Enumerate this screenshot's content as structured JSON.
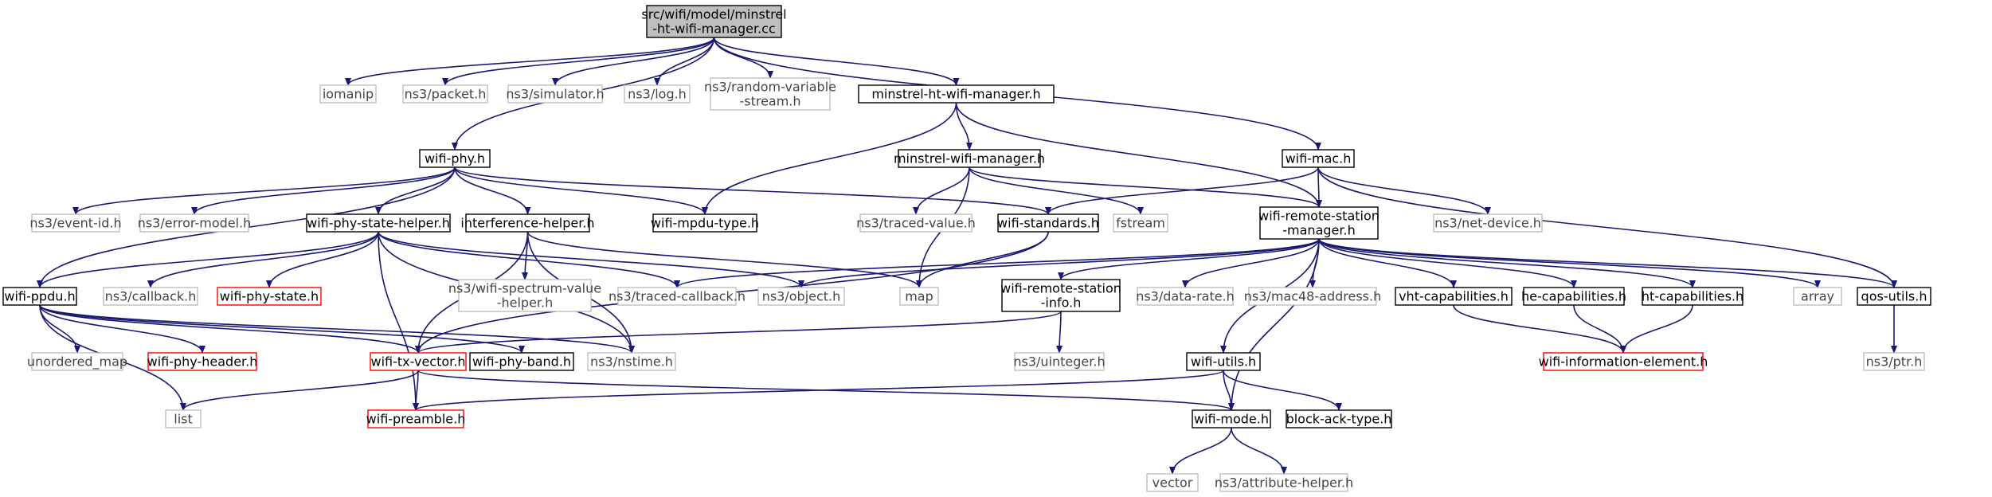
{
  "graph": {
    "edge_color": "#191970",
    "node_border_default": "#000000",
    "node_border_external": "#bfbfbf",
    "node_border_red": "#ff0000",
    "root_fill": "#bfbfbf",
    "nodes": [
      {
        "id": "root",
        "lines": [
          "src/wifi/model/minstrel",
          "-ht-wifi-manager.cc"
        ],
        "style": "root"
      },
      {
        "id": "iomanip",
        "lines": [
          "iomanip"
        ],
        "style": "gray"
      },
      {
        "id": "packet",
        "lines": [
          "ns3/packet.h"
        ],
        "style": "gray"
      },
      {
        "id": "simulator",
        "lines": [
          "ns3/simulator.h"
        ],
        "style": "gray"
      },
      {
        "id": "log",
        "lines": [
          "ns3/log.h"
        ],
        "style": "gray"
      },
      {
        "id": "randvar",
        "lines": [
          "ns3/random-variable",
          "-stream.h"
        ],
        "style": "gray"
      },
      {
        "id": "mhwm",
        "lines": [
          "minstrel-ht-wifi-manager.h"
        ],
        "style": "black"
      },
      {
        "id": "wifimac",
        "lines": [
          "wifi-mac.h"
        ],
        "style": "black"
      },
      {
        "id": "wifiphy",
        "lines": [
          "wifi-phy.h"
        ],
        "style": "black"
      },
      {
        "id": "mwm",
        "lines": [
          "minstrel-wifi-manager.h"
        ],
        "style": "black"
      },
      {
        "id": "eventid",
        "lines": [
          "ns3/event-id.h"
        ],
        "style": "gray"
      },
      {
        "id": "errormodel",
        "lines": [
          "ns3/error-model.h"
        ],
        "style": "gray"
      },
      {
        "id": "phystatehelper",
        "lines": [
          "wifi-phy-state-helper.h"
        ],
        "style": "black"
      },
      {
        "id": "interference",
        "lines": [
          "interference-helper.h"
        ],
        "style": "black"
      },
      {
        "id": "mpdutype",
        "lines": [
          "wifi-mpdu-type.h"
        ],
        "style": "black"
      },
      {
        "id": "tracedvalue",
        "lines": [
          "ns3/traced-value.h"
        ],
        "style": "gray"
      },
      {
        "id": "standards",
        "lines": [
          "wifi-standards.h"
        ],
        "style": "black"
      },
      {
        "id": "fstream",
        "lines": [
          "fstream"
        ],
        "style": "gray"
      },
      {
        "id": "rsm",
        "lines": [
          "wifi-remote-station",
          "-manager.h"
        ],
        "style": "black"
      },
      {
        "id": "netdevice",
        "lines": [
          "ns3/net-device.h"
        ],
        "style": "gray"
      },
      {
        "id": "ppdu",
        "lines": [
          "wifi-ppdu.h"
        ],
        "style": "black"
      },
      {
        "id": "callback",
        "lines": [
          "ns3/callback.h"
        ],
        "style": "gray"
      },
      {
        "id": "phystate",
        "lines": [
          "wifi-phy-state.h"
        ],
        "style": "red"
      },
      {
        "id": "spectrum",
        "lines": [
          "ns3/wifi-spectrum-value",
          "-helper.h"
        ],
        "style": "gray"
      },
      {
        "id": "tracedcb",
        "lines": [
          "ns3/traced-callback.h"
        ],
        "style": "gray"
      },
      {
        "id": "object",
        "lines": [
          "ns3/object.h"
        ],
        "style": "gray"
      },
      {
        "id": "map",
        "lines": [
          "map"
        ],
        "style": "gray"
      },
      {
        "id": "rsinfo",
        "lines": [
          "wifi-remote-station",
          "-info.h"
        ],
        "style": "black"
      },
      {
        "id": "datarate",
        "lines": [
          "ns3/data-rate.h"
        ],
        "style": "gray"
      },
      {
        "id": "mac48",
        "lines": [
          "ns3/mac48-address.h"
        ],
        "style": "gray"
      },
      {
        "id": "vht",
        "lines": [
          "vht-capabilities.h"
        ],
        "style": "black"
      },
      {
        "id": "he",
        "lines": [
          "he-capabilities.h"
        ],
        "style": "black"
      },
      {
        "id": "ht",
        "lines": [
          "ht-capabilities.h"
        ],
        "style": "black"
      },
      {
        "id": "array",
        "lines": [
          "array"
        ],
        "style": "gray"
      },
      {
        "id": "qos",
        "lines": [
          "qos-utils.h"
        ],
        "style": "black"
      },
      {
        "id": "unorderedmap",
        "lines": [
          "unordered_map"
        ],
        "style": "gray"
      },
      {
        "id": "phyheader",
        "lines": [
          "wifi-phy-header.h"
        ],
        "style": "red"
      },
      {
        "id": "txvector",
        "lines": [
          "wifi-tx-vector.h"
        ],
        "style": "red"
      },
      {
        "id": "phyband",
        "lines": [
          "wifi-phy-band.h"
        ],
        "style": "black"
      },
      {
        "id": "nstime",
        "lines": [
          "ns3/nstime.h"
        ],
        "style": "gray"
      },
      {
        "id": "uinteger",
        "lines": [
          "ns3/uinteger.h"
        ],
        "style": "gray"
      },
      {
        "id": "wifiutils",
        "lines": [
          "wifi-utils.h"
        ],
        "style": "black"
      },
      {
        "id": "infoelem",
        "lines": [
          "wifi-information-element.h"
        ],
        "style": "red"
      },
      {
        "id": "ptr",
        "lines": [
          "ns3/ptr.h"
        ],
        "style": "gray"
      },
      {
        "id": "list",
        "lines": [
          "list"
        ],
        "style": "gray"
      },
      {
        "id": "preamble",
        "lines": [
          "wifi-preamble.h"
        ],
        "style": "red"
      },
      {
        "id": "wifimode",
        "lines": [
          "wifi-mode.h"
        ],
        "style": "black"
      },
      {
        "id": "blockack",
        "lines": [
          "block-ack-type.h"
        ],
        "style": "black"
      },
      {
        "id": "vector",
        "lines": [
          "vector"
        ],
        "style": "gray"
      },
      {
        "id": "attrhelper",
        "lines": [
          "ns3/attribute-helper.h"
        ],
        "style": "gray"
      }
    ],
    "edges": [
      [
        "root",
        "iomanip"
      ],
      [
        "root",
        "packet"
      ],
      [
        "root",
        "simulator"
      ],
      [
        "root",
        "log"
      ],
      [
        "root",
        "randvar"
      ],
      [
        "root",
        "mhwm"
      ],
      [
        "root",
        "wifiphy"
      ],
      [
        "root",
        "wifimac"
      ],
      [
        "mhwm",
        "mwm"
      ],
      [
        "mhwm",
        "mpdutype"
      ],
      [
        "mhwm",
        "rsm"
      ],
      [
        "wifimac",
        "standards"
      ],
      [
        "wifimac",
        "rsm"
      ],
      [
        "wifimac",
        "netdevice"
      ],
      [
        "wifimac",
        "qos"
      ],
      [
        "wifiphy",
        "eventid"
      ],
      [
        "wifiphy",
        "errormodel"
      ],
      [
        "wifiphy",
        "phystatehelper"
      ],
      [
        "wifiphy",
        "interference"
      ],
      [
        "wifiphy",
        "mpdutype"
      ],
      [
        "wifiphy",
        "standards"
      ],
      [
        "wifiphy",
        "ppdu"
      ],
      [
        "mwm",
        "tracedvalue"
      ],
      [
        "mwm",
        "fstream"
      ],
      [
        "mwm",
        "rsm"
      ],
      [
        "mwm",
        "map"
      ],
      [
        "phystatehelper",
        "ppdu"
      ],
      [
        "phystatehelper",
        "callback"
      ],
      [
        "phystatehelper",
        "phystate"
      ],
      [
        "phystatehelper",
        "tracedcb"
      ],
      [
        "phystatehelper",
        "object"
      ],
      [
        "phystatehelper",
        "nstime"
      ],
      [
        "phystatehelper",
        "preamble"
      ],
      [
        "interference",
        "spectrum"
      ],
      [
        "interference",
        "nstime"
      ],
      [
        "interference",
        "map"
      ],
      [
        "interference",
        "txvector"
      ],
      [
        "standards",
        "map"
      ],
      [
        "standards",
        "txvector"
      ],
      [
        "rsm",
        "tracedcb"
      ],
      [
        "rsm",
        "object"
      ],
      [
        "rsm",
        "rsinfo"
      ],
      [
        "rsm",
        "datarate"
      ],
      [
        "rsm",
        "mac48"
      ],
      [
        "rsm",
        "vht"
      ],
      [
        "rsm",
        "he"
      ],
      [
        "rsm",
        "ht"
      ],
      [
        "rsm",
        "array"
      ],
      [
        "rsm",
        "qos"
      ],
      [
        "rsm",
        "wifiutils"
      ],
      [
        "rsm",
        "wifimode"
      ],
      [
        "ppdu",
        "unorderedmap"
      ],
      [
        "ppdu",
        "phyheader"
      ],
      [
        "ppdu",
        "txvector"
      ],
      [
        "ppdu",
        "phyband"
      ],
      [
        "ppdu",
        "nstime"
      ],
      [
        "ppdu",
        "list"
      ],
      [
        "rsinfo",
        "uinteger"
      ],
      [
        "rsinfo",
        "txvector"
      ],
      [
        "vht",
        "infoelem"
      ],
      [
        "he",
        "infoelem"
      ],
      [
        "ht",
        "infoelem"
      ],
      [
        "qos",
        "ptr"
      ],
      [
        "txvector",
        "list"
      ],
      [
        "txvector",
        "preamble"
      ],
      [
        "txvector",
        "wifimode"
      ],
      [
        "wifiutils",
        "preamble"
      ],
      [
        "wifiutils",
        "wifimode"
      ],
      [
        "wifiutils",
        "blockack"
      ],
      [
        "wifimode",
        "vector"
      ],
      [
        "wifimode",
        "attrhelper"
      ]
    ]
  }
}
